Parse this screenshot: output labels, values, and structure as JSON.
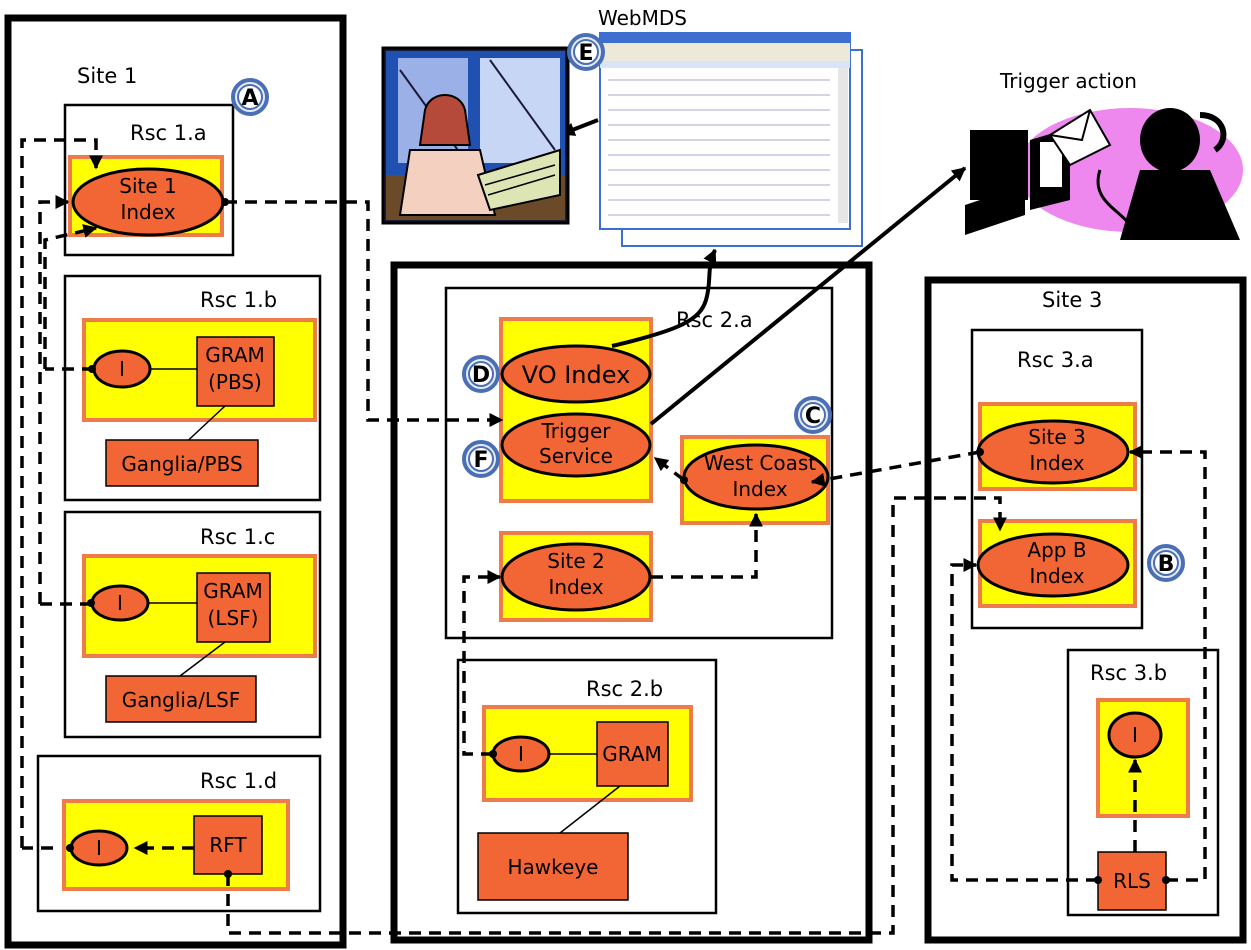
{
  "sites": [
    {
      "key": "site1",
      "label": "Site 1"
    },
    {
      "key": "site3",
      "label": "Site 3"
    }
  ],
  "resources": {
    "rsc1a": "Rsc 1.a",
    "rsc1b": "Rsc 1.b",
    "rsc1c": "Rsc 1.c",
    "rsc1d": "Rsc 1.d",
    "rsc2a": "Rsc 2.a",
    "rsc2b": "Rsc 2.b",
    "rsc3a": "Rsc 3.a",
    "rsc3b": "Rsc 3.b"
  },
  "nodes": {
    "site1_index": [
      "Site 1",
      "Index"
    ],
    "i_label": "I",
    "gram_pbs": [
      "GRAM",
      "(PBS)"
    ],
    "ganglia_pbs": "Ganglia/PBS",
    "gram_lsf": [
      "GRAM",
      "(LSF)"
    ],
    "ganglia_lsf": "Ganglia/LSF",
    "rft": "RFT",
    "vo_index": "VO Index",
    "trigger_service": [
      "Trigger",
      "Service"
    ],
    "west_coast_index": [
      "West Coast",
      "Index"
    ],
    "site2_index": [
      "Site 2",
      "Index"
    ],
    "gram": "GRAM",
    "hawkeye": "Hawkeye",
    "site3_index": [
      "Site 3",
      "Index"
    ],
    "appb_index": [
      "App B",
      "Index"
    ],
    "rls": "RLS"
  },
  "callouts": {
    "a": "A",
    "b": "B",
    "c": "C",
    "d": "D",
    "e": "E",
    "f": "F"
  },
  "external": {
    "webmds": "WebMDS",
    "trigger_action": "Trigger action"
  },
  "icons": {
    "operator": "operator-at-terminal-icon",
    "webmds_screen": "browser-window-icon",
    "email_trigger": "email-alert-icon"
  },
  "colors": {
    "container": "#ffff00",
    "container_border": "#f07b4a",
    "node": "#f26535",
    "callout": "#4a6fb5"
  }
}
